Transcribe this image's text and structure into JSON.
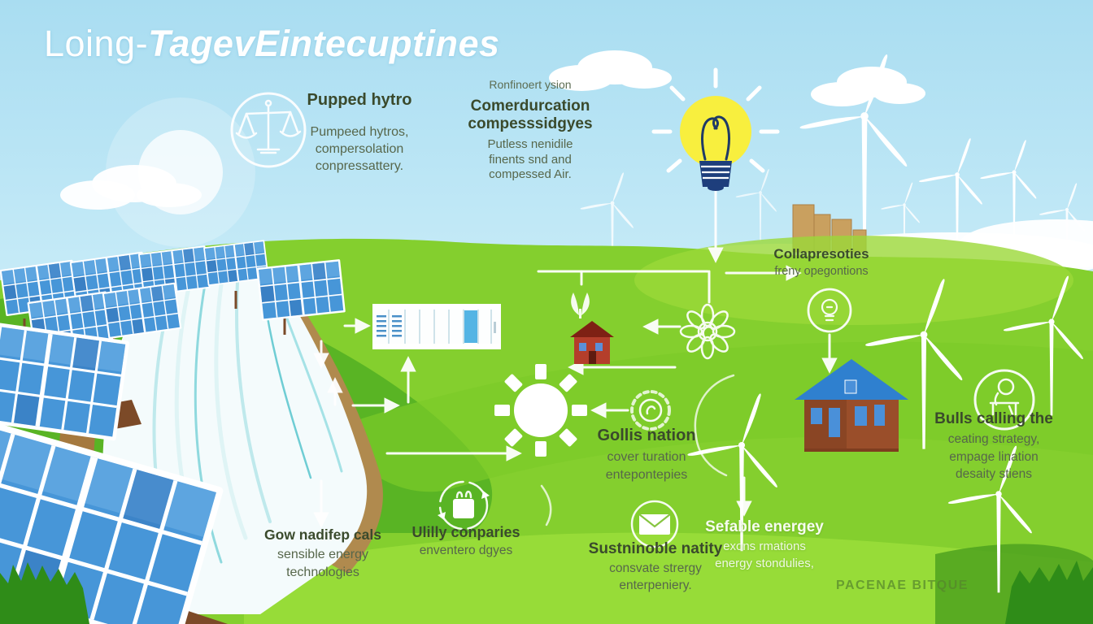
{
  "title": {
    "prefix": "Loing-",
    "emphasis": "TagevEintecuptines"
  },
  "labels": {
    "pumped_hydro": {
      "heading": "Pupped hytro",
      "line1": "Pumpeed hytros,",
      "line2": "compersolation",
      "line3": "conpressattery."
    },
    "compressed_air": {
      "small": "Ronfinoert ysion",
      "heading1": "Comerdurcation",
      "heading2": "compesssidgyes",
      "line1": "Putless nenidile",
      "line2": "finents snd and",
      "line3": "compessed Air."
    },
    "collaborations": {
      "heading": "Collapresoties",
      "line1": "freny opegontions"
    },
    "grid_nation": {
      "heading": "Gollis nation",
      "line1": "cover turation",
      "line2": "entepontepies"
    },
    "bills_calling": {
      "heading": "Bulls calling the",
      "line1": "ceating strategy,",
      "line2": "empage lination",
      "line3": "desaity stiens"
    },
    "gov_policies": {
      "heading": "Gow nadifep cals",
      "line1": "sensible energy",
      "line2": "technologies"
    },
    "utility_companies": {
      "heading": "Ulilly conparies",
      "line1": "enventero dgyes"
    },
    "sustainable_utility": {
      "heading": "Sustninoble natity",
      "line1": "consvate strergy",
      "line2": "enterpeniery."
    },
    "stable_energy": {
      "heading": "Sefable energey",
      "line1": "exons rmations",
      "line2": "energy stondulies,"
    },
    "watermark": "PACENAE BITQUE"
  },
  "icons": [
    "scale-icon",
    "lightbulb-icon",
    "battery-storage-icon",
    "plant-icon",
    "small-house-icon",
    "flower-gear-icon",
    "idea-circle-icon",
    "house-icon",
    "sun-icon",
    "swirl-gear-icon",
    "recycle-battery-icon",
    "envelope-icon",
    "desk-person-icon",
    "wind-turbine-icon",
    "solar-panel-icon",
    "waterfall-icon",
    "cloud-icon"
  ],
  "colors": {
    "sky-top": "#a9ddf1",
    "sky-bottom": "#e2f6fc",
    "grass": "#84cf2e",
    "grass-light": "#9ade3a",
    "grass-dark": "#54b024",
    "water": "#f4fbfc",
    "water-streak": "#8fd9de",
    "panel-blue": "#4796d8",
    "bulb-yellow": "#f8ef3e",
    "bulb-base": "#1e3e7c",
    "roof-blue": "#2f80cf",
    "house-brown": "#9a4e2a",
    "small-house-red": "#b43e2b",
    "bank-brown": "#b08a4e",
    "text-dark": "#3a4a2c",
    "text-body": "#57674b",
    "white": "#ffffff",
    "watermark": "#55862c"
  }
}
